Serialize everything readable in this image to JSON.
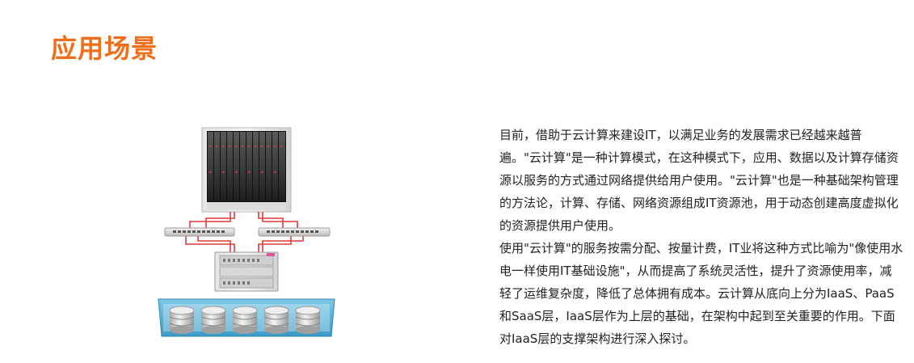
{
  "section": {
    "title": "应用场景"
  },
  "illustration": {
    "parts": [
      "blade-server",
      "network-switch",
      "storage-array",
      "database-pool"
    ],
    "accent_color": "#e03a3a",
    "pool_color": "#4aaed6"
  },
  "description": {
    "paragraphs": [
      "目前，借助于云计算来建设IT，以满足业务的发展需求已经越来越普遍。\"云计算\"是一种计算模式，在这种模式下，应用、数据以及计算存储资源以服务的方式通过网络提供给用户使用。\"云计算\"也是一种基础架构管理的方法论，计算、存储、网络资源组成IT资源池，用于动态创建高度虚拟化的资源提供用户使用。",
      "使用\"云计算\"的服务按需分配、按量计费，IT业将这种方式比喻为\"像使用水电一样使用IT基础设施\"，从而提高了系统灵活性，提升了资源使用率，减轻了运维复杂度，降低了总体拥有成本。云计算从底向上分为IaaS、PaaS和SaaS层，IaaS层作为上层的基础，在架构中起到至关重要的作用。下面对IaaS层的支撑架构进行深入探讨。"
    ]
  }
}
